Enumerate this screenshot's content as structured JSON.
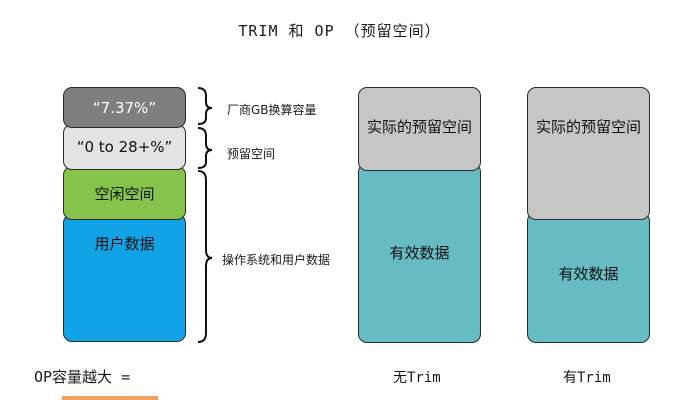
{
  "title": "TRIM 和 OP （预留空间）",
  "left_stack": {
    "top_block": "“7.37%”",
    "op_block": "“0 to 28+%”",
    "free_block": "空闲空间",
    "user_block": "用户数据"
  },
  "bracket_labels": {
    "vendor": "厂商GB换算容量",
    "reserved": "预留空间",
    "os_user": "操作系统和用户数据"
  },
  "no_trim_column": {
    "reserved": "实际的预留空间",
    "valid": "有效数据",
    "caption": "无Trim"
  },
  "trim_column": {
    "reserved": "实际的预留空间",
    "valid": "有效数据",
    "caption": "有Trim"
  },
  "footer": {
    "op_text": "OP容量越大 ="
  },
  "colors": {
    "dark_gray": "#7f7f7f",
    "light_gray": "#e3e3e3",
    "green": "#85c34a",
    "blue": "#12a2e6",
    "mid_gray": "#c6c6c6",
    "teal": "#67bcc4"
  }
}
